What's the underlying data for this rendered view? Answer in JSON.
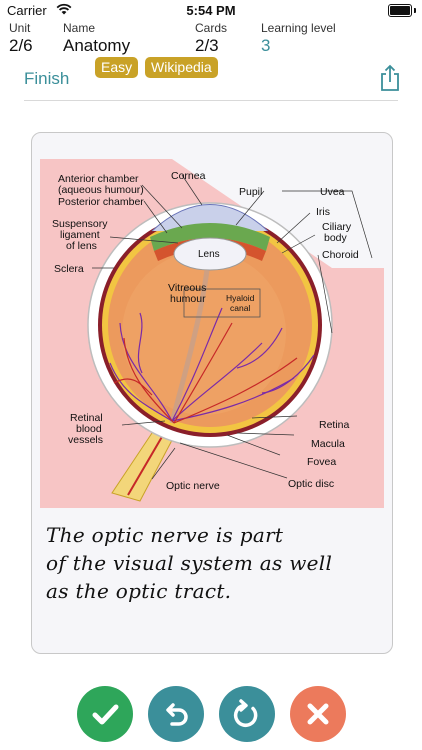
{
  "status_bar": {
    "carrier": "Carrier",
    "time": "5:54 PM"
  },
  "header": {
    "unit_label": "Unit",
    "unit_value": "2/6",
    "name_label": "Name",
    "name_value": "Anatomy",
    "cards_label": "Cards",
    "cards_value": "2/3",
    "level_label": "Learning level",
    "level_value": "3"
  },
  "toolbar": {
    "finish_label": "Finish",
    "badges": [
      "Easy",
      "Wikipedia"
    ]
  },
  "card": {
    "diagram_labels": {
      "anterior_chamber": "Anterior chamber",
      "aqueous_humour": "(aqueous humour)",
      "cornea": "Cornea",
      "posterior_chamber": "Posterior chamber",
      "pupil": "Pupil",
      "uvea": "Uvea",
      "iris": "Iris",
      "suspensory1": "Suspensory",
      "suspensory2": "ligament",
      "suspensory3": "of lens",
      "lens": "Lens",
      "ciliary1": "Ciliary",
      "ciliary2": "body",
      "choroid": "Choroid",
      "sclera": "Sclera",
      "vitreous1": "Vitreous",
      "vitreous2": "humour",
      "hyaloid1": "Hyaloid",
      "hyaloid2": "canal",
      "retinal1": "Retinal",
      "retinal2": "blood",
      "retinal3": "vessels",
      "retina": "Retina",
      "macula": "Macula",
      "fovea": "Fovea",
      "optic_nerve": "Optic nerve",
      "optic_disc": "Optic disc"
    },
    "note_lines": [
      "The optic nerve is part",
      "of the visual system as well",
      "as the optic tract."
    ]
  },
  "colors": {
    "accent": "#3b8f9a",
    "badge": "#c9a227",
    "correct": "#2ea65a",
    "undo": "#3b8f9a",
    "wrong": "#ec7a5c"
  },
  "actions": [
    {
      "name": "correct",
      "icon": "checkmark-icon"
    },
    {
      "name": "undo",
      "icon": "undo-icon"
    },
    {
      "name": "repeat",
      "icon": "repeat-icon"
    },
    {
      "name": "wrong",
      "icon": "close-icon"
    }
  ]
}
